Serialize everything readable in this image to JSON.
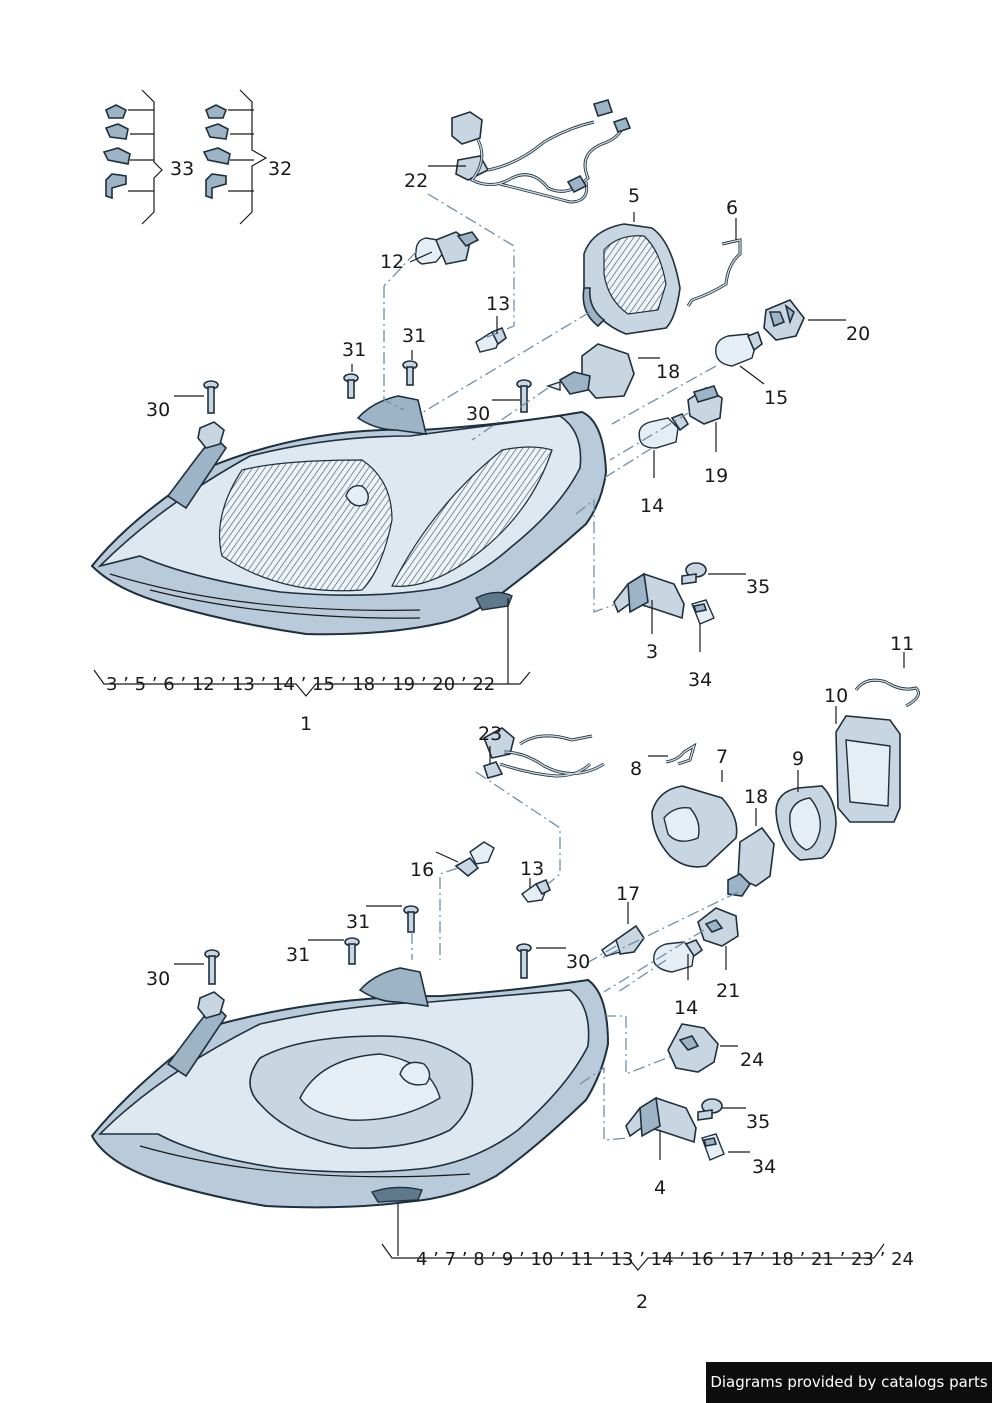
{
  "callouts": [
    {
      "id": "c33",
      "text": "33"
    },
    {
      "id": "c32",
      "text": "32"
    },
    {
      "id": "c22",
      "text": "22"
    },
    {
      "id": "c5",
      "text": "5"
    },
    {
      "id": "c6",
      "text": "6"
    },
    {
      "id": "c12",
      "text": "12"
    },
    {
      "id": "c13a",
      "text": "13"
    },
    {
      "id": "c31a",
      "text": "31"
    },
    {
      "id": "c31b",
      "text": "31"
    },
    {
      "id": "c20",
      "text": "20"
    },
    {
      "id": "c18a",
      "text": "18"
    },
    {
      "id": "c30a",
      "text": "30"
    },
    {
      "id": "c30b",
      "text": "30"
    },
    {
      "id": "c15",
      "text": "15"
    },
    {
      "id": "c19",
      "text": "19"
    },
    {
      "id": "c14a",
      "text": "14"
    },
    {
      "id": "c35a",
      "text": "35"
    },
    {
      "id": "c3",
      "text": "3"
    },
    {
      "id": "c34a",
      "text": "34"
    },
    {
      "id": "c11",
      "text": "11"
    },
    {
      "id": "c10",
      "text": "10"
    },
    {
      "id": "c1",
      "text": "1"
    },
    {
      "id": "c23",
      "text": "23"
    },
    {
      "id": "c7",
      "text": "7"
    },
    {
      "id": "c8",
      "text": "8"
    },
    {
      "id": "c9",
      "text": "9"
    },
    {
      "id": "c18b",
      "text": "18"
    },
    {
      "id": "c16",
      "text": "16"
    },
    {
      "id": "c13b",
      "text": "13"
    },
    {
      "id": "c17",
      "text": "17"
    },
    {
      "id": "c31c",
      "text": "31"
    },
    {
      "id": "c31d",
      "text": "31"
    },
    {
      "id": "c30c",
      "text": "30"
    },
    {
      "id": "c30d",
      "text": "30"
    },
    {
      "id": "c21",
      "text": "21"
    },
    {
      "id": "c14b",
      "text": "14"
    },
    {
      "id": "c24",
      "text": "24"
    },
    {
      "id": "c35b",
      "text": "35"
    },
    {
      "id": "c34b",
      "text": "34"
    },
    {
      "id": "c4",
      "text": "4"
    },
    {
      "id": "c2",
      "text": "2"
    }
  ],
  "group_lists": {
    "assembly_1": "3 ’ 5 ’ 6 ’ 12 ’ 13 ’ 14 ’ 15 ’ 18 ’ 19 ’ 20 ’ 22",
    "assembly_2": "4 ’ 7 ’ 8 ’ 9 ’ 10 ’ 11 ’ 13 ’ 14 ’ 16 ’ 17 ’ 18 ’ 21 ’ 23 ’ 24"
  },
  "footer": {
    "credit": "Diagrams provided by catalogs parts"
  }
}
